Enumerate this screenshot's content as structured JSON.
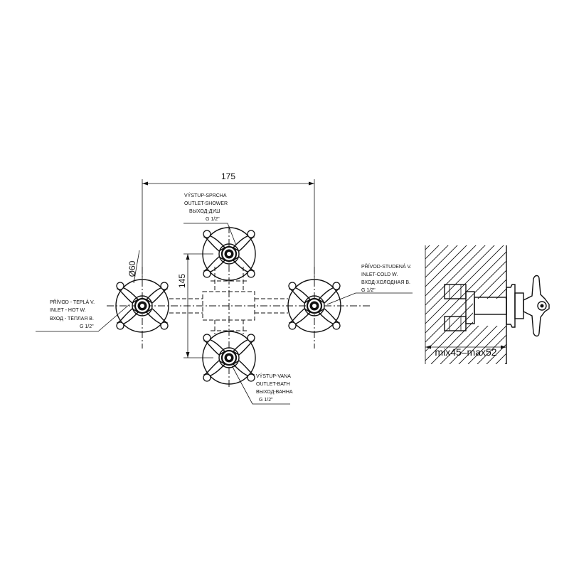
{
  "dimensions": {
    "width_label": "175",
    "height_label": "145",
    "diameter_label": "Ø60",
    "depth_label": "mix45–max52"
  },
  "labels": {
    "hot": [
      "PŘÍVOD - TEPLÁ V.",
      "INLET - HOT W.",
      "ВХОД - ТЁПЛАЯ В.",
      "G 1/2\""
    ],
    "cold": [
      "PŘÍVOD-STUDENÁ V.",
      "INLET-COLD W.",
      "ВХОД-ХОЛОДНАЯ В.",
      "G 1/2\""
    ],
    "shower": [
      "VÝSTUP-SPRCHA",
      "OUTLET-SHOWER",
      "ВЫХОД-ДУШ",
      "G 1/2\""
    ],
    "bath": [
      "VÝSTUP-VANA",
      "OUTLET-BATH",
      "ВЫХОД-ВАННА",
      "G 1/2\""
    ]
  },
  "icons": {
    "valve_knob": "cross-handle-icon",
    "side_view": "valve-side-view-icon"
  }
}
